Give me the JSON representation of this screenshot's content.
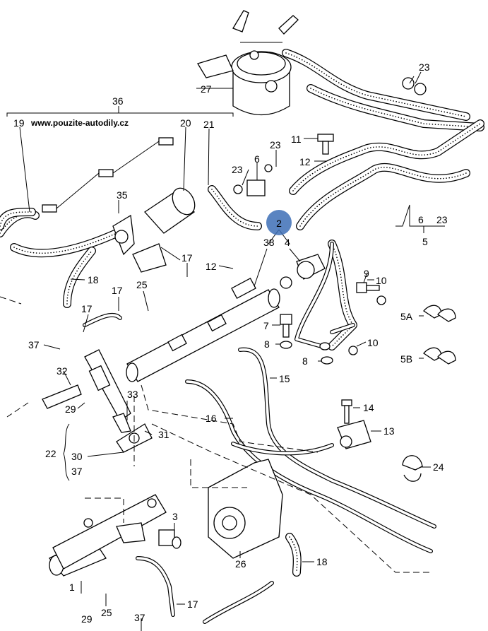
{
  "watermark": "www.pouzite-autodily.cz",
  "callouts": {
    "c1": "1",
    "c2": "2",
    "c3": "3",
    "c4": "4",
    "c5": "5",
    "c5A": "5A",
    "c5B": "5B",
    "c6a": "6",
    "c6b": "6",
    "c7": "7",
    "c8a": "8",
    "c8b": "8",
    "c9": "9",
    "c10a": "10",
    "c10b": "10",
    "c11": "11",
    "c12a": "12",
    "c12b": "12",
    "c13": "13",
    "c14": "14",
    "c15": "15",
    "c16": "16",
    "c17a": "17",
    "c17b": "17",
    "c17c": "17",
    "c17d": "17",
    "c18a": "18",
    "c18b": "18",
    "c19": "19",
    "c20": "20",
    "c21": "21",
    "c22": "22",
    "c23a": "23",
    "c23b": "23",
    "c23c": "23",
    "c23d": "23",
    "c24": "24",
    "c25a": "25",
    "c25b": "25",
    "c26": "26",
    "c27": "27",
    "c29a": "29",
    "c29b": "29",
    "c30": "30",
    "c31": "31",
    "c32": "32",
    "c33": "33",
    "c35": "35",
    "c36": "36",
    "c37a": "37",
    "c37b": "37",
    "c37c": "37",
    "c38": "38"
  },
  "highlight_color": "#3d6fb6"
}
